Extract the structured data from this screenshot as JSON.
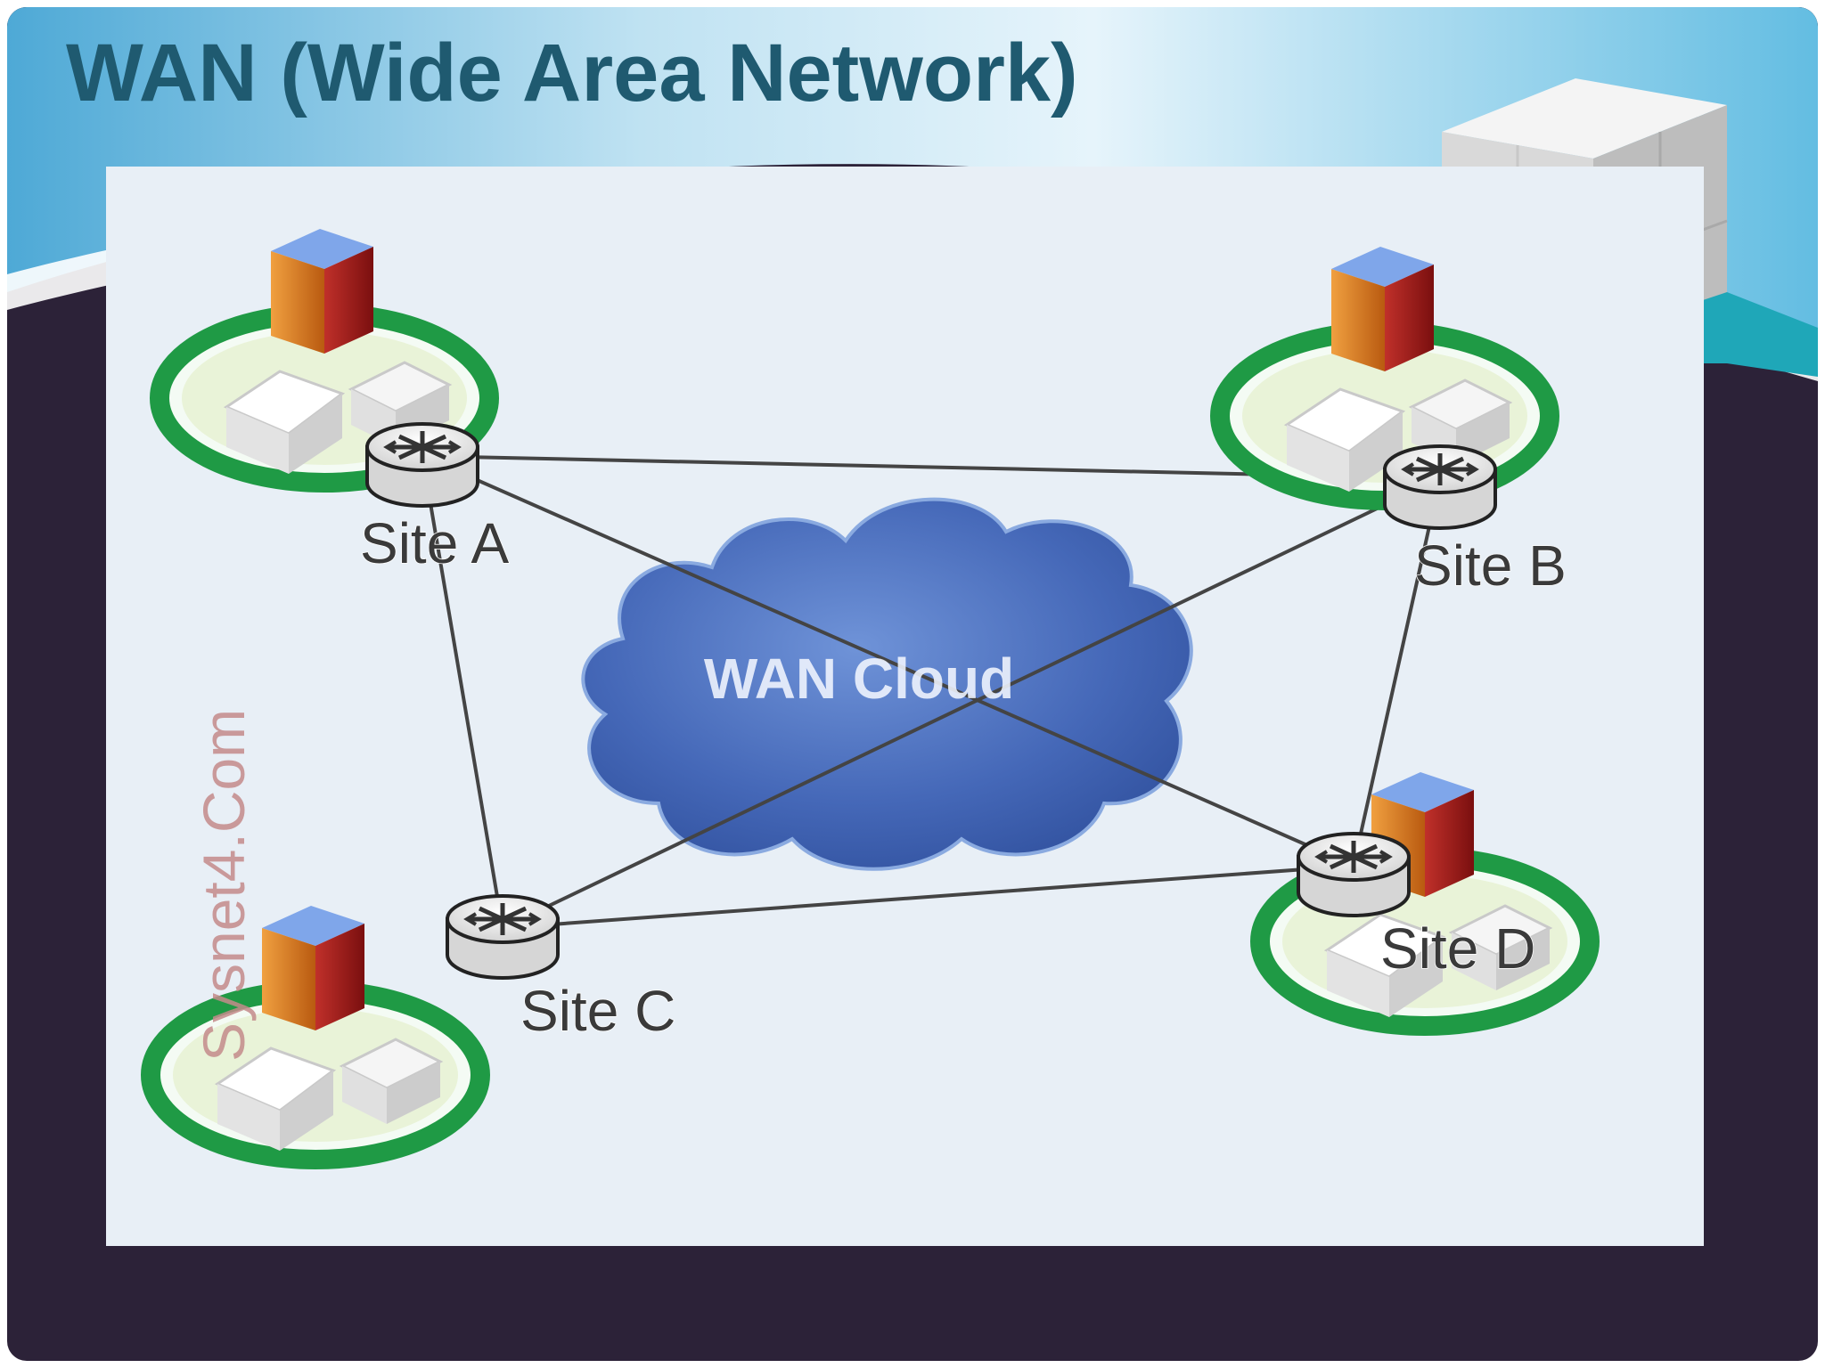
{
  "slide": {
    "title": "WAN (Wide Area Network)",
    "colors": {
      "title": "#1f5a70",
      "slide_background": "#2c2238",
      "header_sky": "#5fb6dc",
      "picture_background": "#e8eff6"
    }
  },
  "diagram": {
    "cloud_label": "WAN Cloud",
    "watermark": "Sysnet4.Com",
    "sites": [
      {
        "id": "site-a",
        "label": "Site A"
      },
      {
        "id": "site-b",
        "label": "Site B"
      },
      {
        "id": "site-c",
        "label": "Site C"
      },
      {
        "id": "site-d",
        "label": "Site D"
      }
    ],
    "links": [
      [
        "site-a",
        "site-b"
      ],
      [
        "site-a",
        "site-c"
      ],
      [
        "site-b",
        "site-d"
      ],
      [
        "site-c",
        "site-d"
      ],
      [
        "site-a",
        "site-d"
      ],
      [
        "site-b",
        "site-c"
      ]
    ],
    "colors": {
      "cloud": "#3d63b4",
      "campus_ring": "#1f9a45",
      "link": "#444444"
    }
  }
}
